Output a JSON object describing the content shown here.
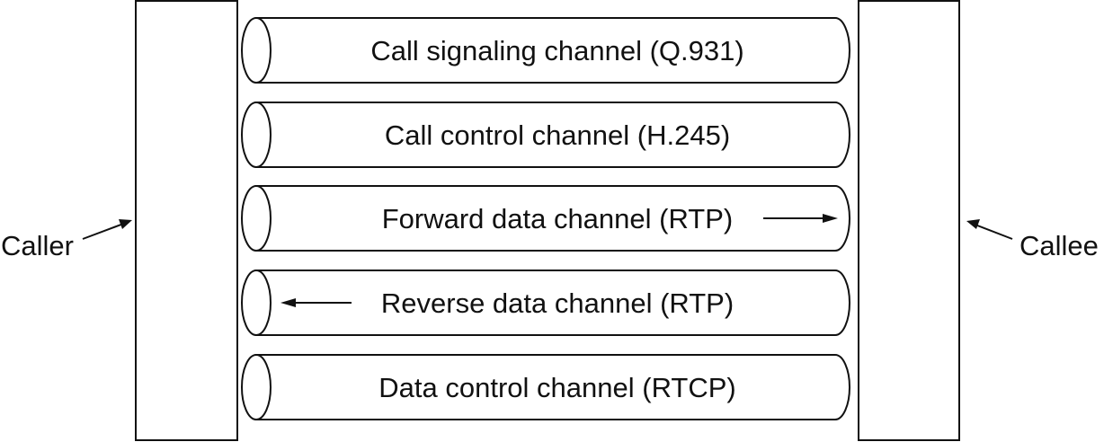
{
  "diagram": {
    "caller_label": "Caller",
    "callee_label": "Callee",
    "channels": [
      {
        "label": "Call signaling channel (Q.931)",
        "direction": "none"
      },
      {
        "label": "Call control channel (H.245)",
        "direction": "none"
      },
      {
        "label": "Forward data channel (RTP)",
        "direction": "right"
      },
      {
        "label": "Reverse data channel (RTP)",
        "direction": "left"
      },
      {
        "label": "Data control channel (RTCP)",
        "direction": "none"
      }
    ],
    "colors": {
      "stroke": "#111111",
      "background": "#ffffff"
    }
  }
}
